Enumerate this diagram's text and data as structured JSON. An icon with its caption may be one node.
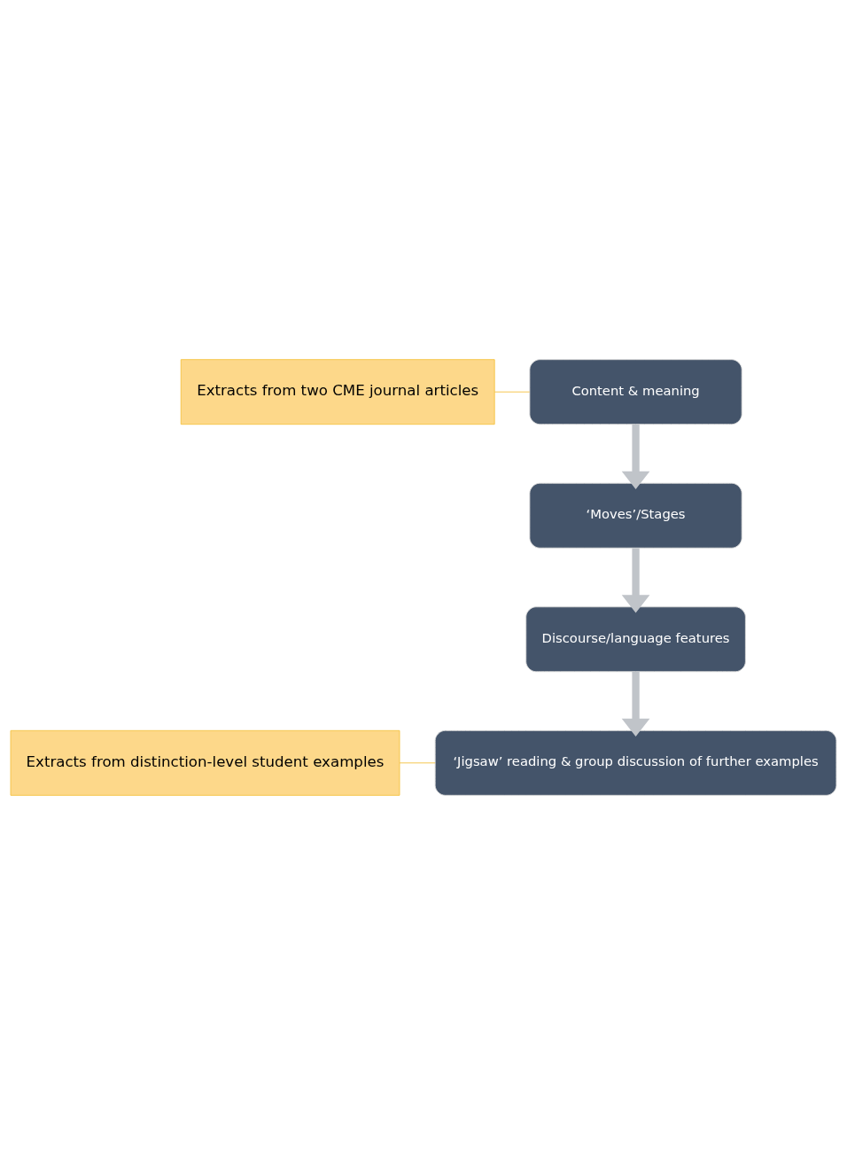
{
  "diagram": {
    "nodes": [
      {
        "text": [
          "Content & meaning"
        ]
      },
      {
        "text": [
          "‘Moves’/Stages"
        ]
      },
      {
        "text": [
          "Discourse/language features"
        ]
      },
      {
        "text": [
          "‘Jigsaw’ reading & group discussion of further examples"
        ]
      },
      {
        "text": [
          "Extracts from two CME journal articles"
        ]
      },
      {
        "text": [
          "Extracts from distinction-level student examples"
        ]
      }
    ],
    "edges": [
      {
        "from": 0,
        "to": 1,
        "arrow": "to"
      },
      {
        "from": 1,
        "to": 2,
        "arrow": "to"
      },
      {
        "from": 2,
        "to": 3,
        "arrow": "to"
      },
      {
        "from": 4,
        "to": 0,
        "arrow": "none",
        "color": "#f5c242"
      },
      {
        "from": 5,
        "to": 3,
        "arrow": "none",
        "color": "#f5c242"
      }
    ]
  }
}
